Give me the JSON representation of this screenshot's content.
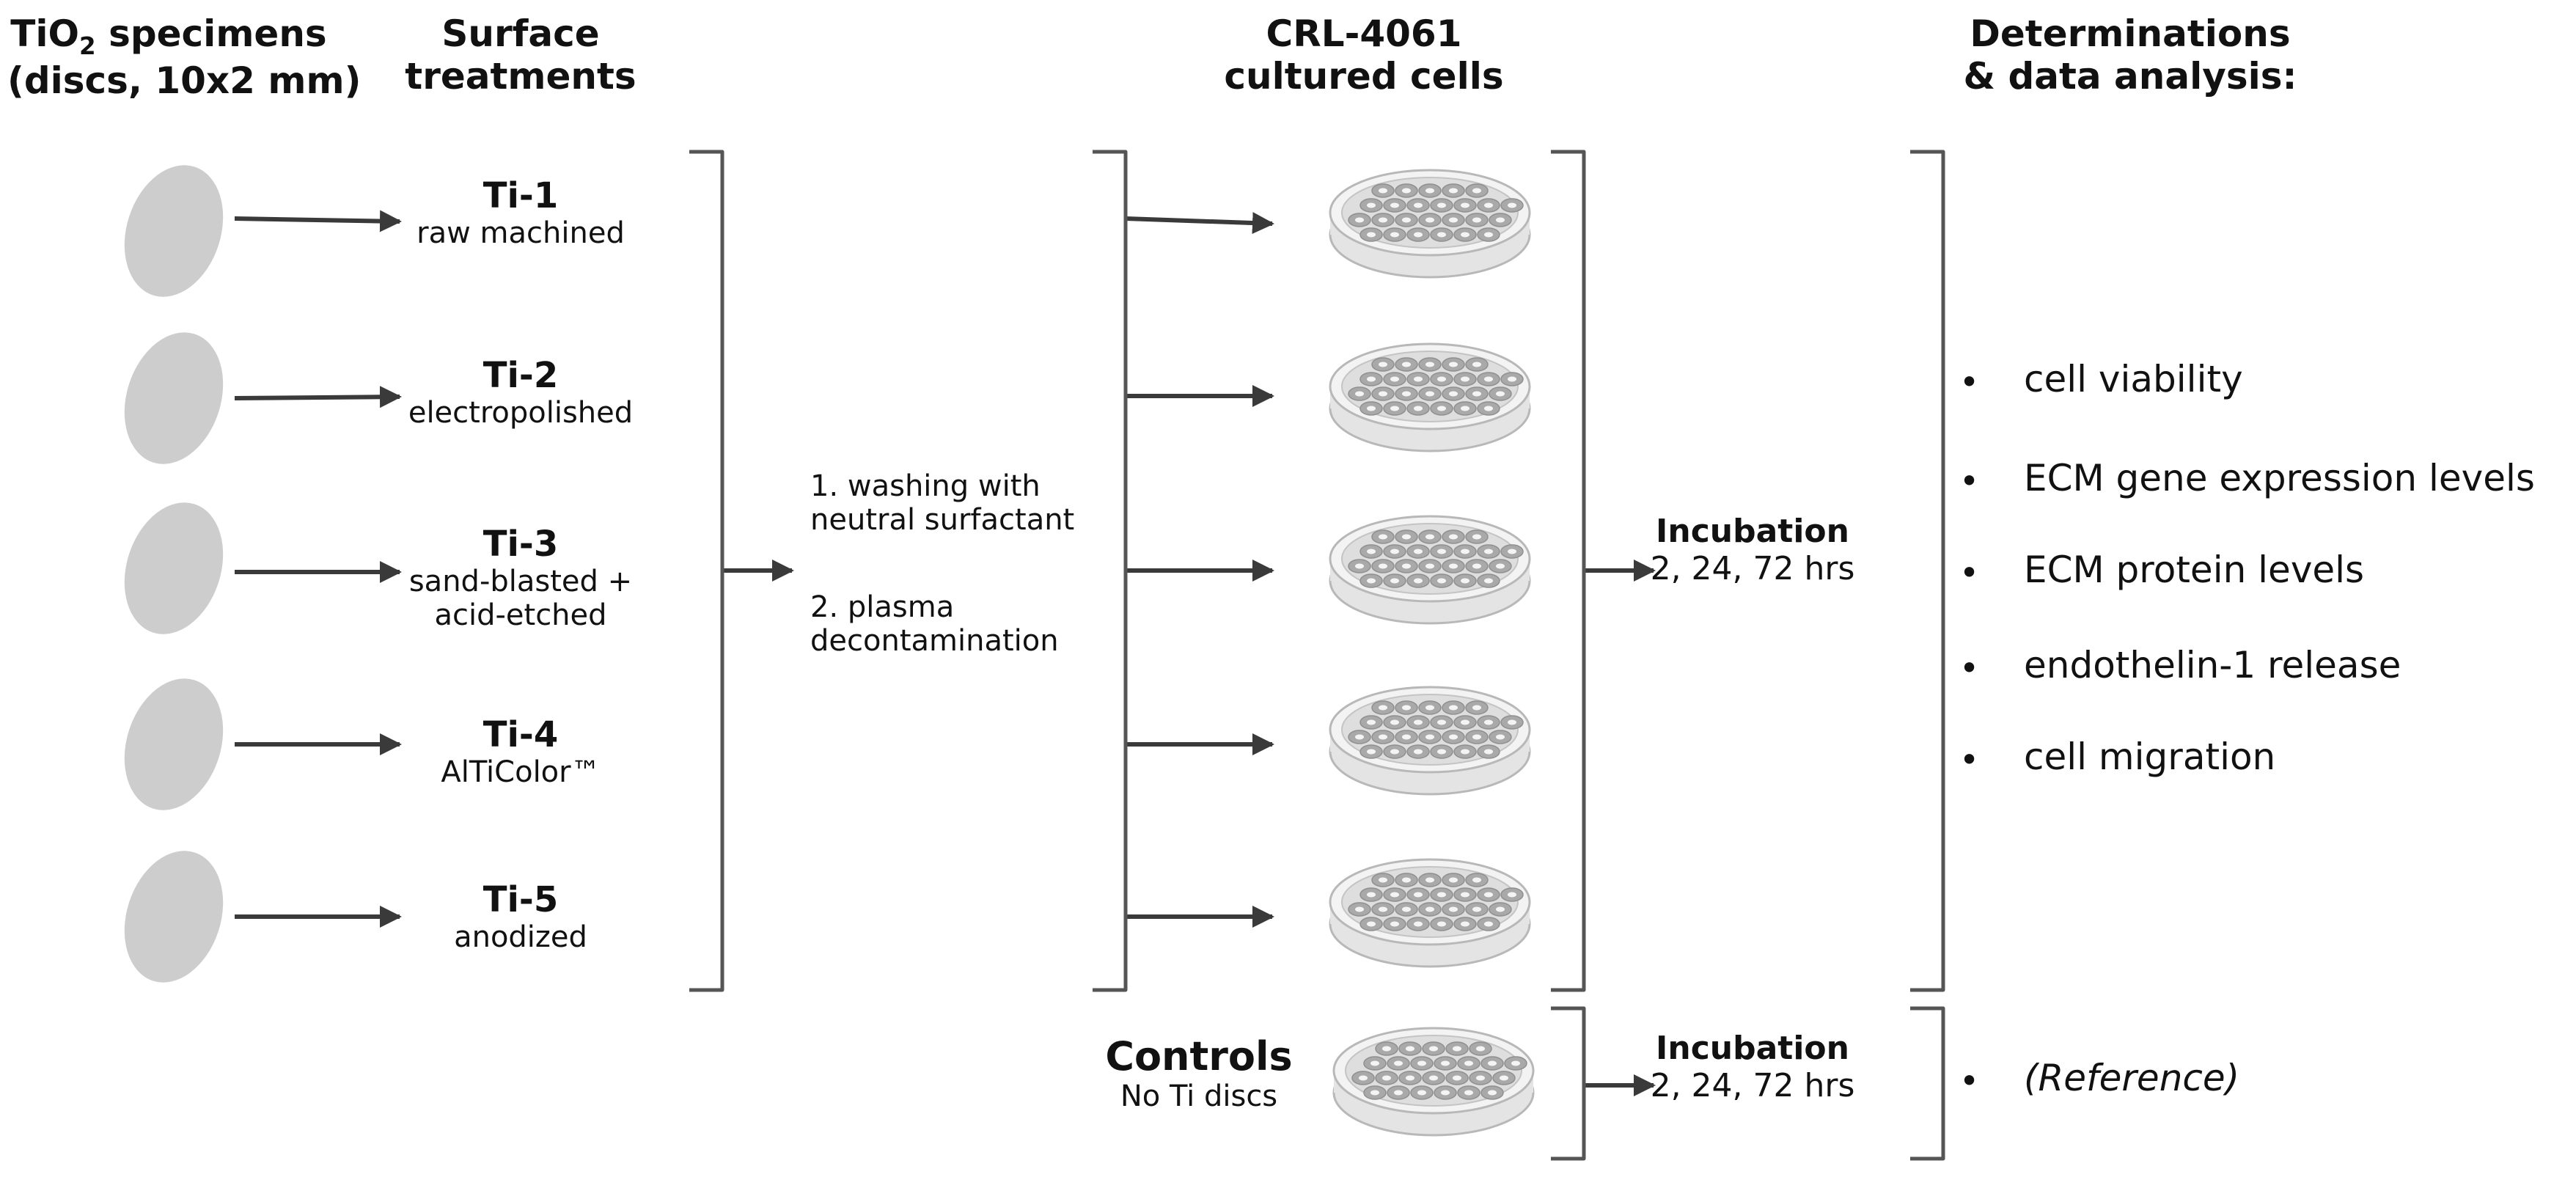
{
  "headers": {
    "specimens_main": "TiO",
    "specimens_sub": "2",
    "specimens_rest": " specimens",
    "specimens_line2": "(discs, 10x2 mm)",
    "treatments_line1": "Surface",
    "treatments_line2": "treatments",
    "cells_line1": "CRL-4061",
    "cells_line2": "cultured cells",
    "analysis_line1": "Determinations",
    "analysis_line2": "& data analysis:"
  },
  "treatments": [
    {
      "name": "Ti-1",
      "desc": [
        "raw machined"
      ]
    },
    {
      "name": "Ti-2",
      "desc": [
        "electropolished"
      ]
    },
    {
      "name": "Ti-3",
      "desc": [
        "sand-blasted +",
        "acid-etched"
      ]
    },
    {
      "name": "Ti-4",
      "desc": [
        "AlTiColor™"
      ]
    },
    {
      "name": "Ti-5",
      "desc": [
        "anodized"
      ]
    }
  ],
  "process": {
    "step1_line1": "1. washing with",
    "step1_line2": "neutral surfactant",
    "step2_line1": "2. plasma",
    "step2_line2": "decontamination"
  },
  "incubation": {
    "title": "Incubation",
    "times": "2, 24,  72 hrs"
  },
  "controls": {
    "title": "Controls",
    "subtitle": "No Ti discs"
  },
  "determinations": [
    "cell viability",
    "ECM gene expression levels",
    "ECM protein  levels",
    "endothelin-1 release",
    "cell migration"
  ],
  "reference": "(Reference)",
  "bullet_char": "•",
  "colors": {
    "disc": "#cdcdcd",
    "arrow": "#3a3a3a",
    "bracket": "#555555",
    "dish_rim": "#b8b8b8",
    "cell": "#a9a9a9"
  }
}
